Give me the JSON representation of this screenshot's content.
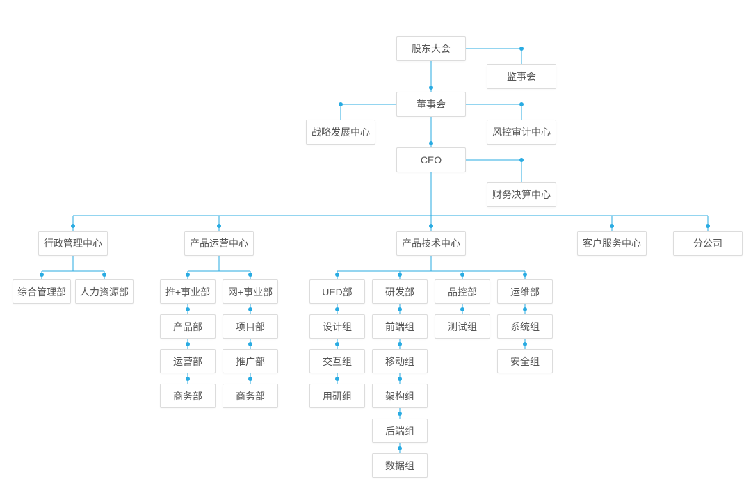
{
  "colors": {
    "connector_line": "#29abe2",
    "node_border": "#dcdcdc",
    "node_background": "#ffffff",
    "node_text": "#555555"
  },
  "nodes": {
    "shareholders_meeting": {
      "label": "股东大会"
    },
    "supervisory_board": {
      "label": "监事会"
    },
    "board_of_directors": {
      "label": "董事会"
    },
    "strategy_development_center": {
      "label": "战略发展中心"
    },
    "risk_audit_center": {
      "label": "风控审计中心"
    },
    "ceo": {
      "label": "CEO"
    },
    "finance_settlement_center": {
      "label": "财务决算中心"
    },
    "admin_management_center": {
      "label": "行政管理中心"
    },
    "general_management_dept": {
      "label": "综合管理部"
    },
    "hr_dept": {
      "label": "人力资源部"
    },
    "product_operations_center": {
      "label": "产品运营中心"
    },
    "tui_business_unit": {
      "label": "推+事业部"
    },
    "wang_business_unit": {
      "label": "网+事业部"
    },
    "product_dept": {
      "label": "产品部"
    },
    "operations_dept": {
      "label": "运营部"
    },
    "business_dept_tui": {
      "label": "商务部"
    },
    "project_dept": {
      "label": "项目部"
    },
    "promotion_dept": {
      "label": "推广部"
    },
    "business_dept_wang": {
      "label": "商务部"
    },
    "product_technology_center": {
      "label": "产品技术中心"
    },
    "ued_dept": {
      "label": "UED部"
    },
    "design_team": {
      "label": "设计组"
    },
    "interaction_team": {
      "label": "交互组"
    },
    "user_research_team": {
      "label": "用研组"
    },
    "rd_dept": {
      "label": "研发部"
    },
    "frontend_team": {
      "label": "前端组"
    },
    "mobile_team": {
      "label": "移动组"
    },
    "architecture_team": {
      "label": "架构组"
    },
    "backend_team": {
      "label": "后端组"
    },
    "data_team": {
      "label": "数据组"
    },
    "quality_control_dept": {
      "label": "品控部"
    },
    "testing_team": {
      "label": "测试组"
    },
    "maintenance_dept": {
      "label": "运维部"
    },
    "system_team": {
      "label": "系统组"
    },
    "security_team": {
      "label": "安全组"
    },
    "customer_service_center": {
      "label": "客户服务中心"
    },
    "branch_company": {
      "label": "分公司"
    }
  },
  "hierarchy": {
    "shareholders_meeting": {
      "supervisory_board": {},
      "board_of_directors": {
        "strategy_development_center": {},
        "risk_audit_center": {},
        "ceo": {
          "finance_settlement_center": {},
          "admin_management_center": {
            "general_management_dept": {},
            "hr_dept": {}
          },
          "product_operations_center": {
            "tui_business_unit": {
              "product_dept": {
                "operations_dept": {
                  "business_dept_tui": {}
                }
              }
            },
            "wang_business_unit": {
              "project_dept": {
                "promotion_dept": {
                  "business_dept_wang": {}
                }
              }
            }
          },
          "product_technology_center": {
            "ued_dept": {
              "design_team": {
                "interaction_team": {
                  "user_research_team": {}
                }
              }
            },
            "rd_dept": {
              "frontend_team": {
                "mobile_team": {
                  "architecture_team": {
                    "backend_team": {
                      "data_team": {}
                    }
                  }
                }
              }
            },
            "quality_control_dept": {
              "testing_team": {}
            },
            "maintenance_dept": {
              "system_team": {
                "security_team": {}
              }
            }
          },
          "customer_service_center": {},
          "branch_company": {}
        }
      }
    }
  }
}
